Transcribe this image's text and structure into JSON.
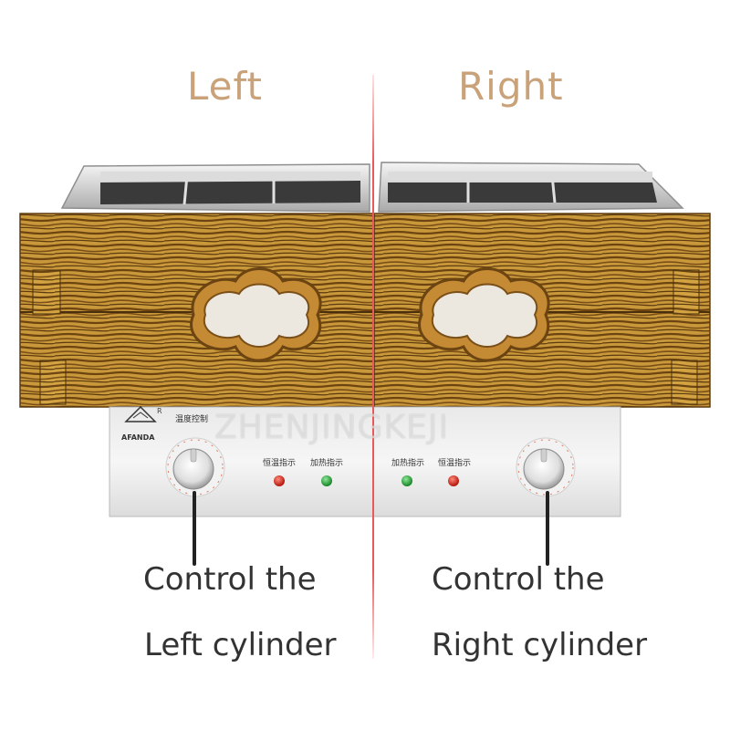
{
  "titles": {
    "left": "Left",
    "right": "Right"
  },
  "captions": {
    "left_line1": "Control the",
    "left_line2": "Left cylinder",
    "right_line1": "Control the",
    "right_line2": "Right cylinder"
  },
  "watermark": "ZHENJINGKEJI",
  "brand": {
    "name": "AFANDA",
    "mark": "R"
  },
  "panel": {
    "temp_control": "温度控制",
    "left_indicator_1": "恒温指示",
    "left_indicator_2": "加热指示",
    "right_indicator_1": "加热指示",
    "right_indicator_2": "恒温指示"
  },
  "colors": {
    "title": "#c9a27a",
    "divider": "#e85a5a",
    "wood_light": "#d3a341",
    "wood_dark": "#6b4412",
    "steel": "#d9d9d9",
    "indicator_red": "#d42a1e",
    "indicator_green": "#27a33a"
  }
}
